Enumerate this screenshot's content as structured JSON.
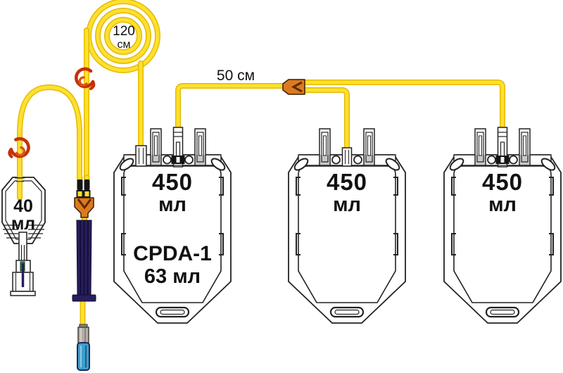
{
  "diagram": {
    "coil": {
      "label_value": "120",
      "label_unit": "см"
    },
    "transfer_tube": {
      "label": "50 см"
    },
    "sample_pouch": {
      "volume_value": "40",
      "volume_unit": "мл"
    },
    "bags": [
      {
        "volume_value": "450",
        "volume_unit": "мл",
        "additive_name": "CPDA-1",
        "additive_volume": "63 мл"
      },
      {
        "volume_value": "450",
        "volume_unit": "мл"
      },
      {
        "volume_value": "450",
        "volume_unit": "мл"
      }
    ],
    "colors": {
      "tube_yellow": "#FFE02E",
      "tube_yellow_edge": "#E3BB06",
      "clamp_red": "#C43108",
      "connector_orange": "#DD7A1F",
      "needle_guard_navy": "#281E5A",
      "needle_hub_gray": "#B4AEA6",
      "needle_cap_blue": "#3E9FCC",
      "outline_black": "#222222"
    }
  }
}
